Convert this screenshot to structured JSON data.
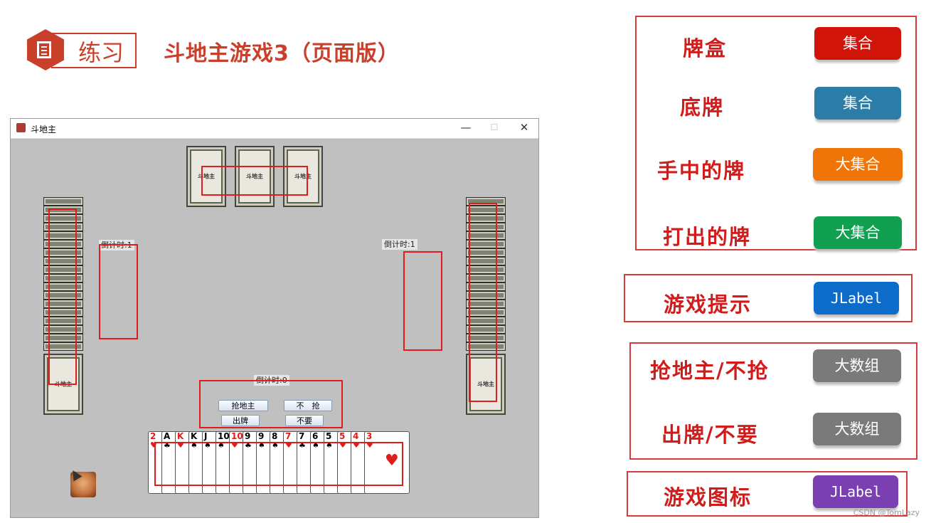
{
  "header": {
    "section_label": "练习",
    "title": "斗地主游戏3（页面版）"
  },
  "window": {
    "title": "斗地主",
    "minimize_glyph": "—",
    "maximize_glyph": "☐",
    "close_glyph": "✕"
  },
  "game": {
    "left_timer": "倒计时:1",
    "right_timer": "倒计时:1",
    "center_timer": "倒计时:0",
    "buttons": {
      "rob": "抢地主",
      "no_rob": "不　抢",
      "play": "出牌",
      "pass": "不要"
    },
    "hand": [
      {
        "rank": "2",
        "suit": "♥",
        "color": "red"
      },
      {
        "rank": "A",
        "suit": "♣",
        "color": "black"
      },
      {
        "rank": "K",
        "suit": "♥",
        "color": "red"
      },
      {
        "rank": "K",
        "suit": "♠",
        "color": "black"
      },
      {
        "rank": "J",
        "suit": "♠",
        "color": "black"
      },
      {
        "rank": "10",
        "suit": "♠",
        "color": "black"
      },
      {
        "rank": "10",
        "suit": "♥",
        "color": "red"
      },
      {
        "rank": "9",
        "suit": "♣",
        "color": "black"
      },
      {
        "rank": "9",
        "suit": "♠",
        "color": "black"
      },
      {
        "rank": "8",
        "suit": "♠",
        "color": "black"
      },
      {
        "rank": "7",
        "suit": "♥",
        "color": "red"
      },
      {
        "rank": "7",
        "suit": "♣",
        "color": "black"
      },
      {
        "rank": "6",
        "suit": "♠",
        "color": "black"
      },
      {
        "rank": "5",
        "suit": "♠",
        "color": "black"
      },
      {
        "rank": "5",
        "suit": "♥",
        "color": "red"
      },
      {
        "rank": "4",
        "suit": "♥",
        "color": "red"
      },
      {
        "rank": "3",
        "suit": "♥",
        "color": "red"
      }
    ]
  },
  "legend": {
    "items": [
      {
        "label": "牌盒",
        "button": "集合",
        "color": "#d0140a"
      },
      {
        "label": "底牌",
        "button": "集合",
        "color": "#2b7ca6"
      },
      {
        "label": "手中的牌",
        "button": "大集合",
        "color": "#f07508"
      },
      {
        "label": "打出的牌",
        "button": "大集合",
        "color": "#11a04f"
      },
      {
        "label": "游戏提示",
        "button": "JLabel",
        "color": "#0d6bc9"
      },
      {
        "label": "抢地主/不抢",
        "button": "大数组",
        "color": "#7a7a7a"
      },
      {
        "label": "出牌/不要",
        "button": "大数组",
        "color": "#7a7a7a"
      },
      {
        "label": "游戏图标",
        "button": "JLabel",
        "color": "#7a3fb0"
      }
    ]
  },
  "watermark": "CSDN @TomLazy"
}
